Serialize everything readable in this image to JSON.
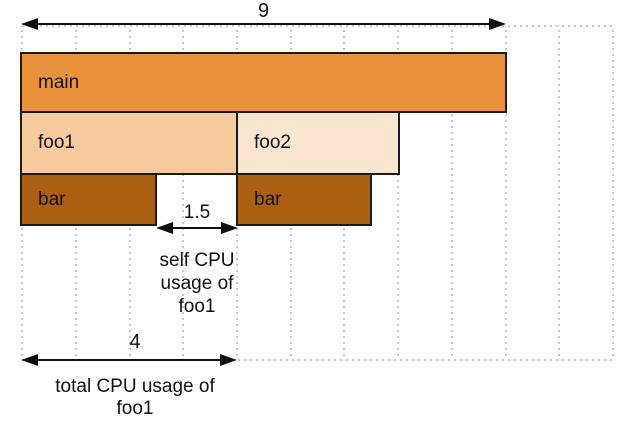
{
  "flame_graph": {
    "frames": {
      "main": {
        "label": "main",
        "start": 0,
        "end": 9
      },
      "foo1": {
        "label": "foo1",
        "start": 0,
        "end": 4
      },
      "foo2": {
        "label": "foo2",
        "start": 4,
        "end": 7
      },
      "bar_left": {
        "label": "bar",
        "start": 0,
        "end": 2.5
      },
      "bar_right": {
        "label": "bar",
        "start": 4,
        "end": 6.5
      }
    },
    "measures": {
      "total_program_width": {
        "value": "9"
      },
      "self_cpu_foo1": {
        "value": "1.5",
        "caption_lines": [
          "self CPU",
          "usage of",
          "foo1"
        ]
      },
      "total_cpu_foo1": {
        "value": "4",
        "caption_lines": [
          "total CPU usage of",
          "foo1"
        ]
      }
    },
    "grid": {
      "vertical_line_count": 12,
      "units_spanned": 11
    },
    "colors": {
      "frame_main": "#E8923C",
      "frame_foo1": "#F7CB9E",
      "frame_foo2": "#FAE6D0",
      "frame_bar": "#AB5F12",
      "frame_border": "#1A1A1A",
      "gridline": "#C7C7C7",
      "arrow": "#111111",
      "background": "#FFFFFF"
    }
  }
}
